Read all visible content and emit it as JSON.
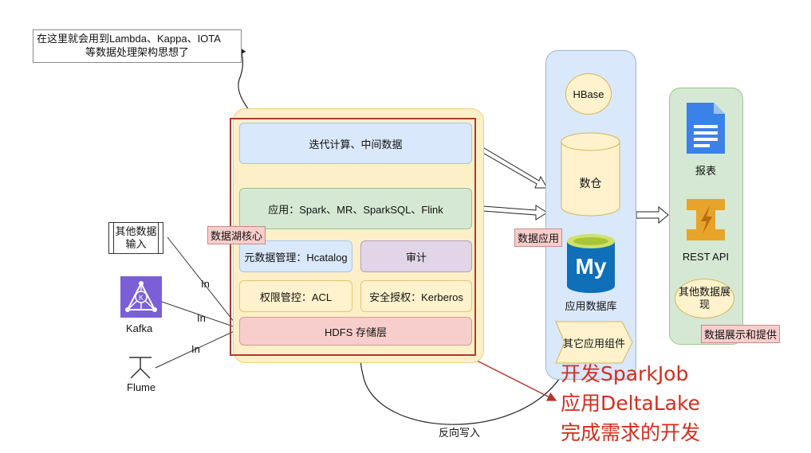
{
  "note": {
    "line1": "在这里就会用到Lambda、Kappa、IOTA",
    "line2": "等数据处理架构思想了"
  },
  "core": {
    "iter": "迭代计算、中间数据",
    "app": "应用：Spark、MR、SparkSQL、Flink",
    "meta": "元数据管理：Hcatalog",
    "audit": "审计",
    "acl": "权限管控：ACL",
    "kerberos": "安全授权：Kerberos",
    "hdfs": "HDFS 存储层",
    "tag": "数据湖核心"
  },
  "sources": {
    "other": {
      "line1": "其他数据",
      "line2": "输入"
    },
    "kafka": "Kafka",
    "flume": "Flume",
    "in_label": "In"
  },
  "app_column": {
    "hbase": "HBase",
    "warehouse": "数仓",
    "appdb": "应用数据库",
    "other_component": "其它应用组件",
    "tag": "数据应用",
    "mysql_logo_text": "My"
  },
  "show_column": {
    "report": "报表",
    "rest": "REST API",
    "other": {
      "line1": "其他数据展",
      "line2": "现"
    },
    "tag": "数据展示和提供"
  },
  "writeback": "反向写入",
  "annotation": [
    "开发SparkJob",
    "应用DeltaLake",
    "完成需求的开发"
  ],
  "colors": {
    "accent_red": "#d62c1f",
    "core_border": "#b03a2e"
  }
}
